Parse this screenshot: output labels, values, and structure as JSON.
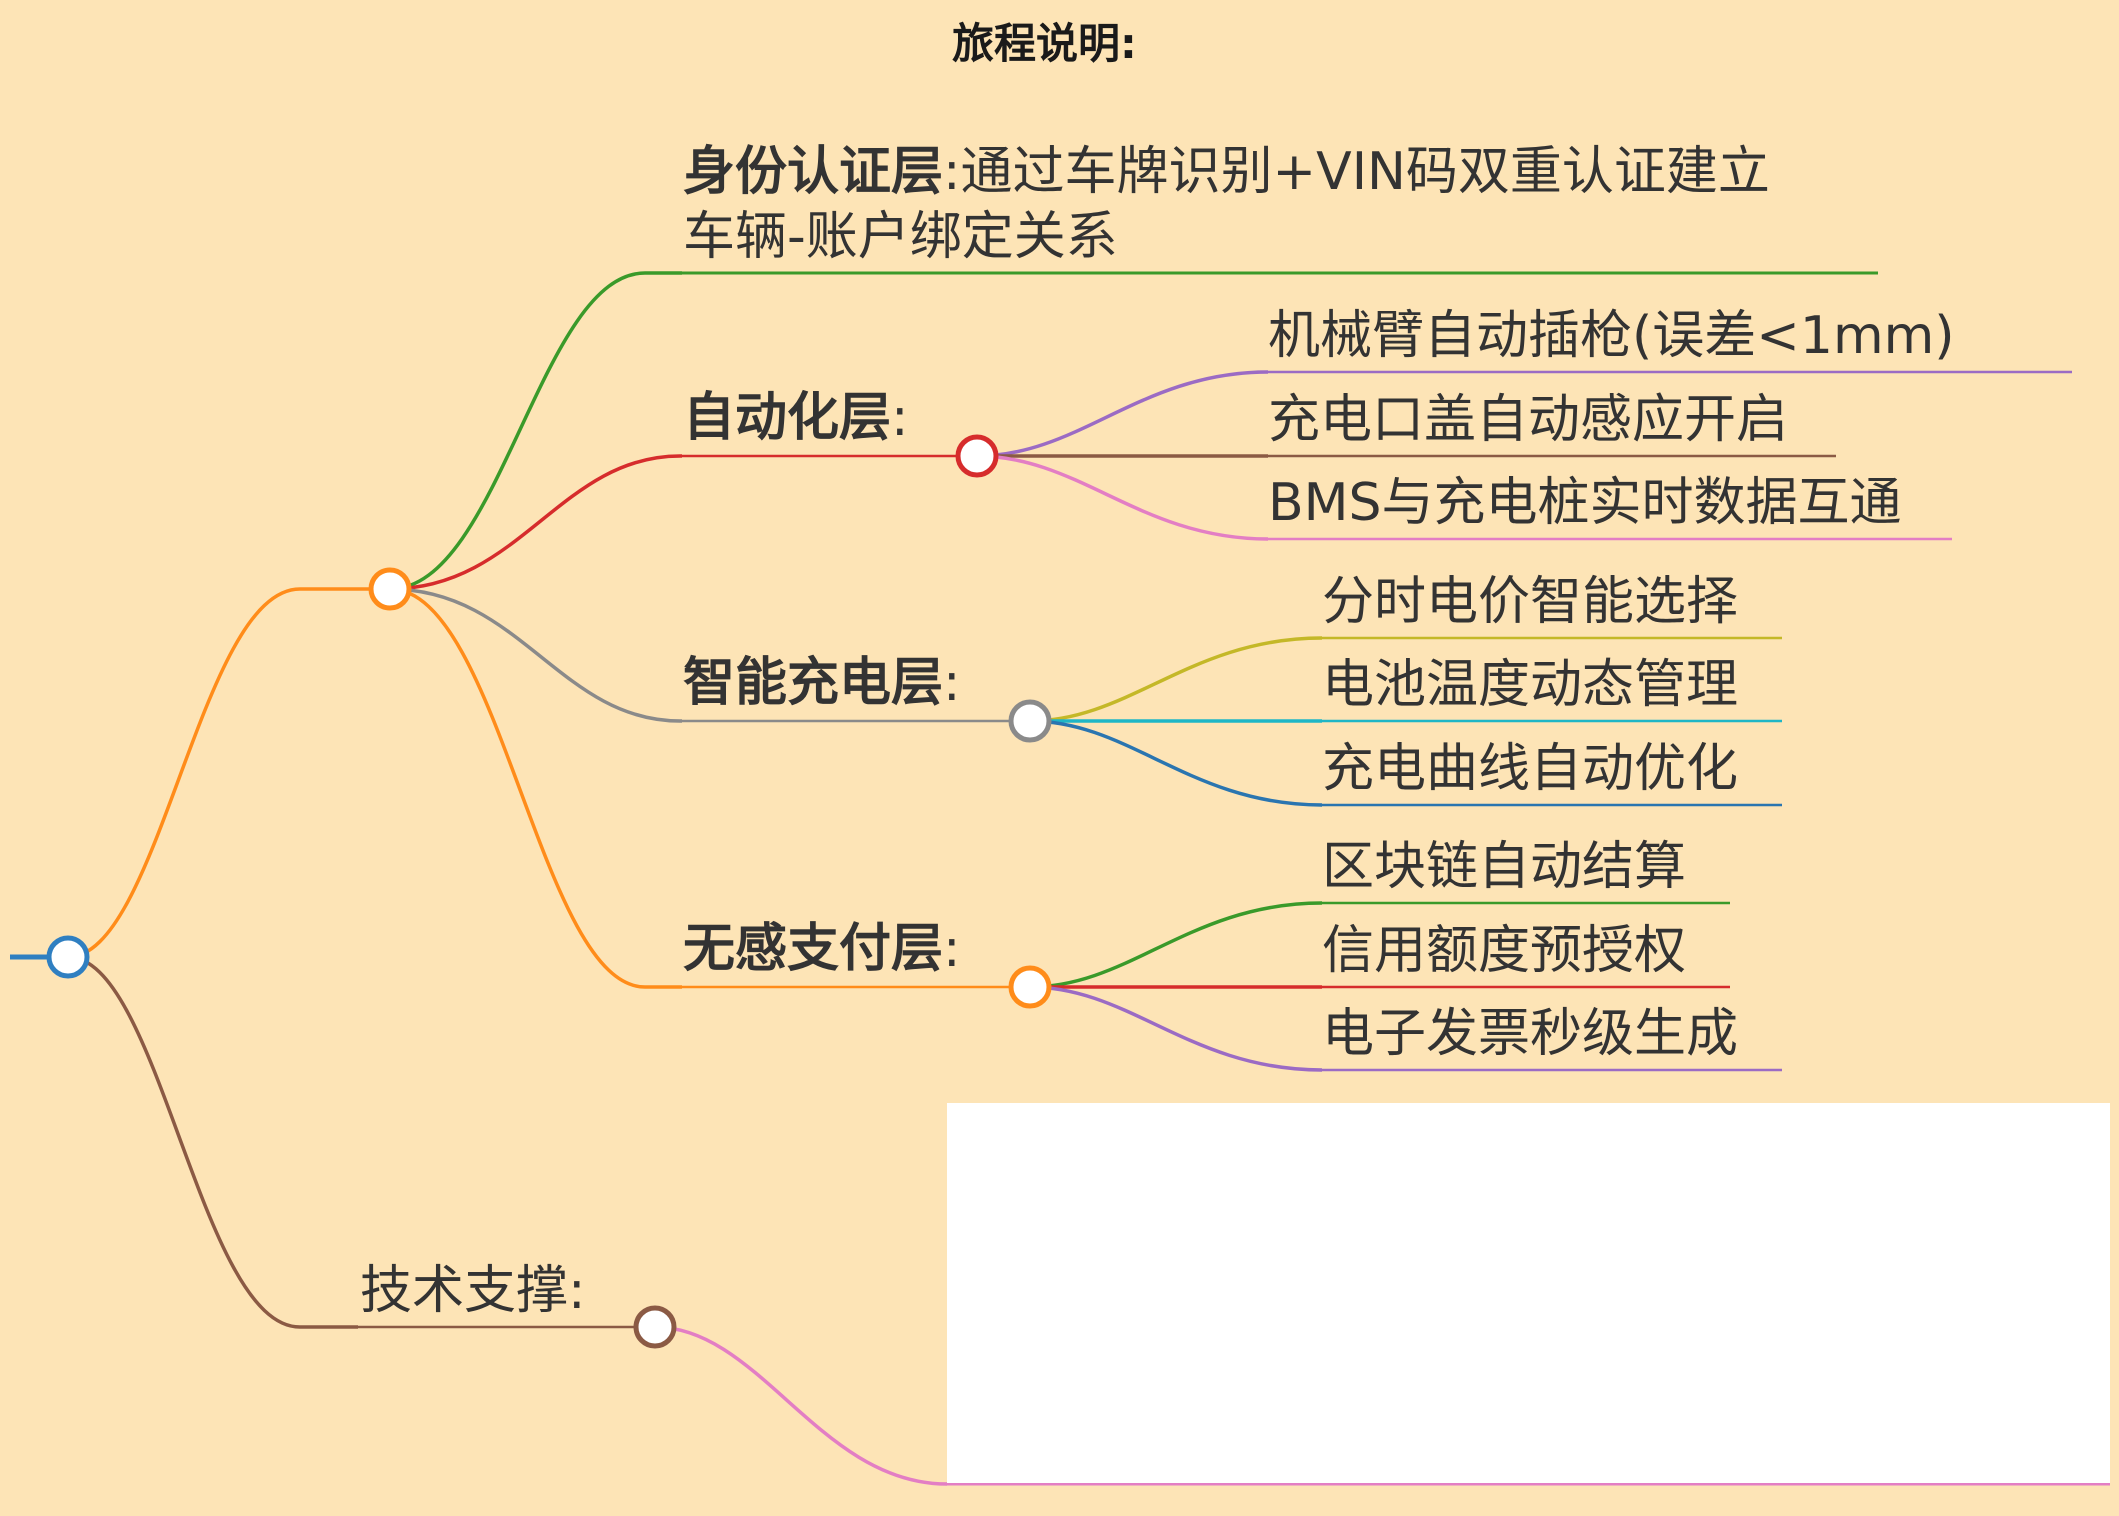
{
  "title": "旅程说明:",
  "colors": {
    "background": "#fde4b6",
    "root": "#2f7fc1",
    "branch_main": "#ff8c1a",
    "branch_tech": "#8b5a44"
  },
  "nodes": {
    "identity": {
      "title": "身份认证层",
      "sep": ":",
      "desc_line1": "通过车牌识别+VIN码双重认证建立",
      "desc_line2": "车辆-账户绑定关系",
      "color": "#3a9a2a"
    },
    "automation": {
      "title": "自动化层",
      "sep": ":",
      "color": "#d62c2c",
      "children": [
        {
          "label": "机械臂自动插枪(误差<1mm)",
          "color": "#9b6bc4"
        },
        {
          "label": "充电口盖自动感应开启",
          "color": "#8b5a44"
        },
        {
          "label": "BMS与充电桩实时数据互通",
          "color": "#e37ec4"
        }
      ]
    },
    "smart": {
      "title": "智能充电层",
      "sep": ":",
      "color": "#8a8a8a",
      "children": [
        {
          "label": "分时电价智能选择",
          "color": "#c4b828"
        },
        {
          "label": "电池温度动态管理",
          "color": "#1fb6c6"
        },
        {
          "label": "充电曲线自动优化",
          "color": "#2a75b0"
        }
      ]
    },
    "payment": {
      "title": "无感支付层",
      "sep": ":",
      "color": "#ff8c1a",
      "children": [
        {
          "label": "区块链自动结算",
          "color": "#3a9a2a"
        },
        {
          "label": "信用额度预授权",
          "color": "#d62c2c"
        },
        {
          "label": "电子发票秒级生成",
          "color": "#9b6bc4"
        }
      ]
    },
    "tech": {
      "label": "技术支撑:",
      "color": "#8b5a44",
      "child_color": "#e37ec4"
    }
  }
}
